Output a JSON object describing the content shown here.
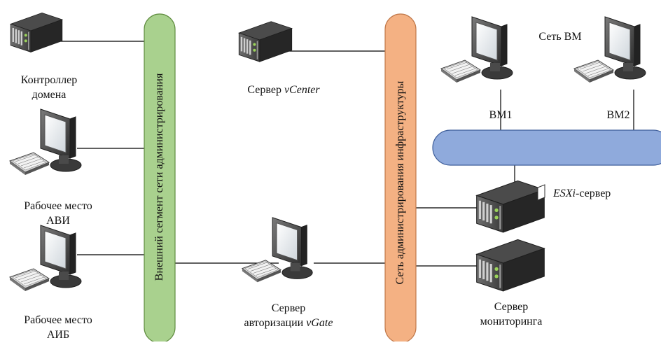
{
  "segments": {
    "external": {
      "label": "Внешний сегмент сети администрирования",
      "color": "#a9d18e",
      "stroke": "#5f8c3f"
    },
    "infra": {
      "label": "Сеть администрирования инфраструктуры",
      "color": "#f4b183",
      "stroke": "#c0784a"
    },
    "vm_network": {
      "label": "Сеть ВМ",
      "color": "#8faadc",
      "stroke": "#3e5e9a"
    }
  },
  "nodes": {
    "domain_controller": {
      "line1": "Контроллер",
      "line2": "домена"
    },
    "workstation_avi": {
      "line1": "Рабочее место",
      "line2": "АВИ"
    },
    "workstation_aib": {
      "line1": "Рабочее место",
      "line2": "АИБ"
    },
    "vcenter": {
      "prefix": "Сервер ",
      "italic": "vCenter"
    },
    "vgate": {
      "line1": "Сервер",
      "line2_prefix": "авторизации ",
      "line2_italic": "vGate"
    },
    "vm1": {
      "label": "ВМ1"
    },
    "vm2": {
      "label": "ВМ2"
    },
    "esxi": {
      "italic": "ESXi",
      "suffix": "-сервер"
    },
    "monitoring": {
      "line1": "Сервер",
      "line2": "мониторинга"
    }
  }
}
